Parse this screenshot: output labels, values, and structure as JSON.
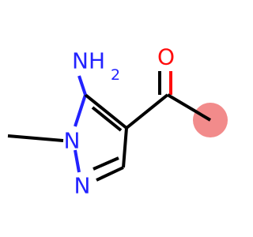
{
  "molecule": {
    "atoms": {
      "n1": {
        "symbol": "N",
        "color": "#2222ff"
      },
      "n2": {
        "symbol": "N",
        "color": "#2222ff"
      },
      "o": {
        "symbol": "O",
        "color": "#ff0d0d"
      },
      "nh2": {
        "symbol": "NH",
        "subscript": "2",
        "color": "#2222ff"
      }
    },
    "colors": {
      "bond": "#000000",
      "carbon_bond": "#000000",
      "methyl_highlight": "#f28b8b"
    }
  }
}
